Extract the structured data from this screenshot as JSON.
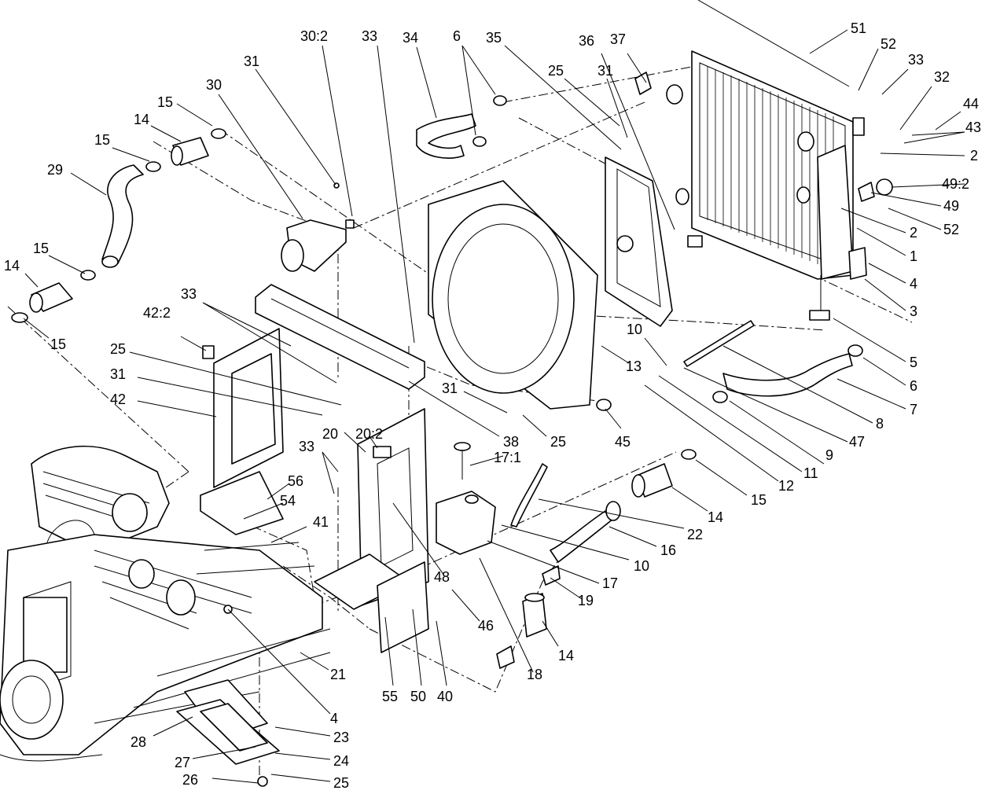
{
  "diagram": {
    "callouts": [
      {
        "id": "c-51",
        "text": "51"
      },
      {
        "id": "c-52a",
        "text": "52"
      },
      {
        "id": "c-33a",
        "text": "33"
      },
      {
        "id": "c-32",
        "text": "32"
      },
      {
        "id": "c-44",
        "text": "44"
      },
      {
        "id": "c-43",
        "text": "43"
      },
      {
        "id": "c-2a",
        "text": "2"
      },
      {
        "id": "c-49-2",
        "text": "49:2"
      },
      {
        "id": "c-49",
        "text": "49"
      },
      {
        "id": "c-52b",
        "text": "52"
      },
      {
        "id": "c-2b",
        "text": "2"
      },
      {
        "id": "c-1",
        "text": "1"
      },
      {
        "id": "c-4a",
        "text": "4"
      },
      {
        "id": "c-3",
        "text": "3"
      },
      {
        "id": "c-5",
        "text": "5"
      },
      {
        "id": "c-6a",
        "text": "6"
      },
      {
        "id": "c-7",
        "text": "7"
      },
      {
        "id": "c-8",
        "text": "8"
      },
      {
        "id": "c-47",
        "text": "47"
      },
      {
        "id": "c-9",
        "text": "9"
      },
      {
        "id": "c-11",
        "text": "11"
      },
      {
        "id": "c-12",
        "text": "12"
      },
      {
        "id": "c-10a",
        "text": "10"
      },
      {
        "id": "c-13",
        "text": "13"
      },
      {
        "id": "c-37",
        "text": "37"
      },
      {
        "id": "c-36",
        "text": "36"
      },
      {
        "id": "c-31a",
        "text": "31"
      },
      {
        "id": "c-25a",
        "text": "25"
      },
      {
        "id": "c-35",
        "text": "35"
      },
      {
        "id": "c-6b",
        "text": "6"
      },
      {
        "id": "c-34",
        "text": "34"
      },
      {
        "id": "c-33b",
        "text": "33"
      },
      {
        "id": "c-30-2",
        "text": "30:2"
      },
      {
        "id": "c-31b",
        "text": "31"
      },
      {
        "id": "c-30",
        "text": "30"
      },
      {
        "id": "c-15a",
        "text": "15"
      },
      {
        "id": "c-14a",
        "text": "14"
      },
      {
        "id": "c-15b",
        "text": "15"
      },
      {
        "id": "c-29",
        "text": "29"
      },
      {
        "id": "c-15c",
        "text": "15"
      },
      {
        "id": "c-14b",
        "text": "14"
      },
      {
        "id": "c-15d",
        "text": "15"
      },
      {
        "id": "c-42-2",
        "text": "42:2"
      },
      {
        "id": "c-33c",
        "text": "33"
      },
      {
        "id": "c-25b",
        "text": "25"
      },
      {
        "id": "c-31c",
        "text": "31"
      },
      {
        "id": "c-42",
        "text": "42"
      },
      {
        "id": "c-38",
        "text": "38"
      },
      {
        "id": "c-31d",
        "text": "31"
      },
      {
        "id": "c-25c",
        "text": "25"
      },
      {
        "id": "c-45",
        "text": "45"
      },
      {
        "id": "c-20-2",
        "text": "20:2"
      },
      {
        "id": "c-20",
        "text": "20"
      },
      {
        "id": "c-33d",
        "text": "33"
      },
      {
        "id": "c-56",
        "text": "56"
      },
      {
        "id": "c-54",
        "text": "54"
      },
      {
        "id": "c-41",
        "text": "41"
      },
      {
        "id": "c-17-1",
        "text": "17:1"
      },
      {
        "id": "c-15e",
        "text": "15"
      },
      {
        "id": "c-14c",
        "text": "14"
      },
      {
        "id": "c-22",
        "text": "22"
      },
      {
        "id": "c-16",
        "text": "16"
      },
      {
        "id": "c-10b",
        "text": "10"
      },
      {
        "id": "c-17",
        "text": "17"
      },
      {
        "id": "c-48",
        "text": "48"
      },
      {
        "id": "c-19",
        "text": "19"
      },
      {
        "id": "c-46",
        "text": "46"
      },
      {
        "id": "c-14d",
        "text": "14"
      },
      {
        "id": "c-18",
        "text": "18"
      },
      {
        "id": "c-21",
        "text": "21"
      },
      {
        "id": "c-4b",
        "text": "4"
      },
      {
        "id": "c-55",
        "text": "55"
      },
      {
        "id": "c-50",
        "text": "50"
      },
      {
        "id": "c-40",
        "text": "40"
      },
      {
        "id": "c-28",
        "text": "28"
      },
      {
        "id": "c-23",
        "text": "23"
      },
      {
        "id": "c-27",
        "text": "27"
      },
      {
        "id": "c-24",
        "text": "24"
      },
      {
        "id": "c-26",
        "text": "26"
      },
      {
        "id": "c-25d",
        "text": "25"
      }
    ]
  }
}
